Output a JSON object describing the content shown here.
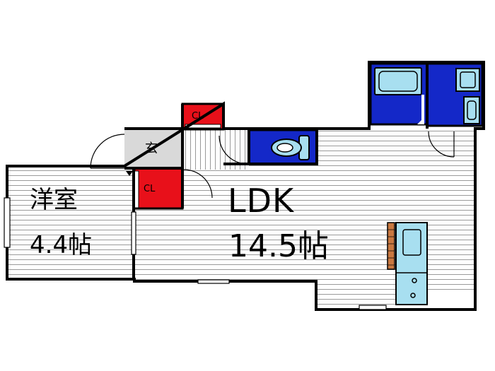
{
  "rooms": {
    "ldk": {
      "name": "LDK",
      "size": "14.5帖"
    },
    "western": {
      "name": "洋室",
      "size": "4.4帖"
    },
    "entrance": {
      "name": "玄"
    }
  },
  "closets": {
    "top": "CL",
    "middle": "CL"
  },
  "colors": {
    "wall": "#000000",
    "closet": "#e8101a",
    "wet_area": "#1428c8",
    "fixture": "#a8dff0",
    "entrance_floor": "#d9d9d9",
    "counter": "#c87840",
    "floor_stripe": "#999999"
  }
}
